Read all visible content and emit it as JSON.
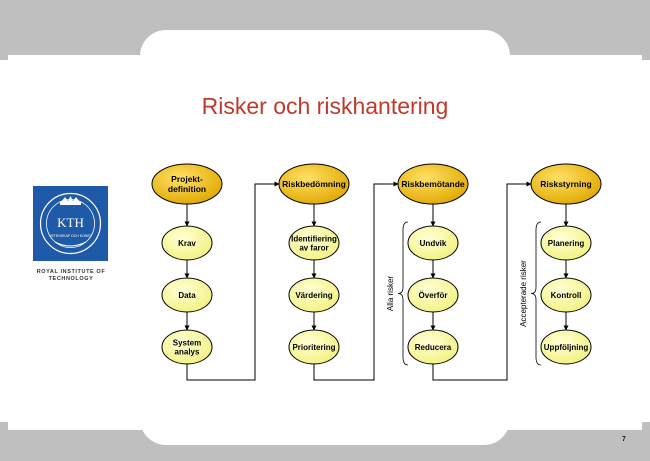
{
  "slide": {
    "title": "Risker och riskhantering",
    "page_number": "7"
  },
  "logo": {
    "mark": "KTH",
    "seal_text": "VETENSKAP OCH KONST",
    "caption": "ROYAL INSTITUTE OF TECHNOLOGY"
  },
  "diagram": {
    "columns": [
      {
        "header": [
          "Projekt-",
          "definition"
        ],
        "items": [
          [
            "Krav"
          ],
          [
            "Data"
          ],
          [
            "System",
            "analys"
          ]
        ]
      },
      {
        "header": [
          "Riskbedömning"
        ],
        "items": [
          [
            "Identifiering",
            "av faror"
          ],
          [
            "Värdering"
          ],
          [
            "Prioritering"
          ]
        ]
      },
      {
        "header": [
          "Riskbemötande"
        ],
        "items": [
          [
            "Undvik"
          ],
          [
            "Överför"
          ],
          [
            "Reducera"
          ]
        ],
        "side_label": "Alla risker"
      },
      {
        "header": [
          "Riskstyrning"
        ],
        "items": [
          [
            "Planering"
          ],
          [
            "Kontroll"
          ],
          [
            "Uppföljning"
          ]
        ],
        "side_label": "Accepterade risker"
      }
    ]
  },
  "colors": {
    "title": "#c0392b",
    "band": "#bfbfbf",
    "header_fill": "#f2c200",
    "item_fill": "#fbfba2",
    "logo": "#1f5aa8"
  }
}
